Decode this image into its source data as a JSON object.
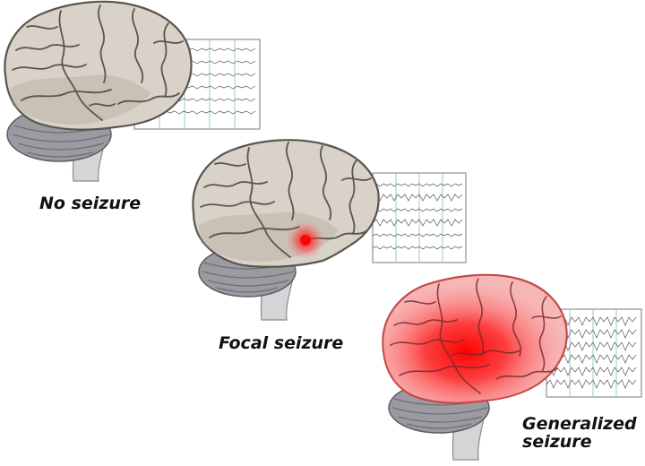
{
  "panels": [
    {
      "caption": "No seizure",
      "state": "normal"
    },
    {
      "caption": "Focal seizure",
      "state": "focal"
    },
    {
      "caption_lines": [
        "Generalized",
        "seizure"
      ],
      "state": "generalized"
    }
  ],
  "colors": {
    "brain_fill": "#d8d2c8",
    "brain_dark": "#a79d90",
    "brain_outline": "#5b554e",
    "cerebellum": "#9a9aa0",
    "brainstem": "#d5d5d8",
    "eeg_grid": "#8ec5d6",
    "eeg_trace": "#555555",
    "seizure_red": "#ff0000",
    "generalized_fill": "#f4b4b4"
  }
}
